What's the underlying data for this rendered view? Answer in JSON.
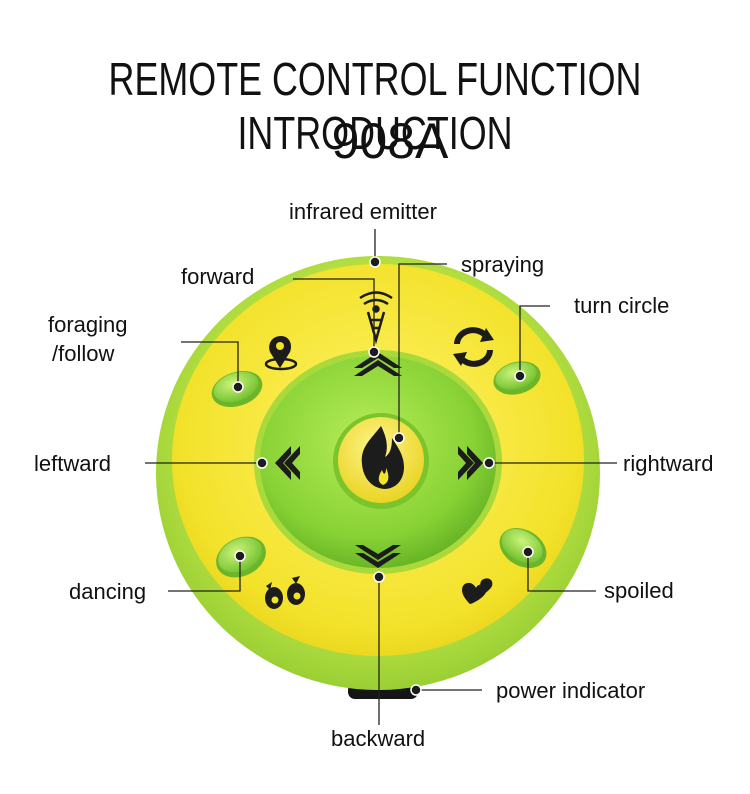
{
  "title": "REMOTE CONTROL FUNCTION INTRODUCTION",
  "model": "908A",
  "labels": {
    "infrared_emitter": "infrared emitter",
    "forward": "forward",
    "spraying": "spraying",
    "turn_circle": "turn circle",
    "foraging_line1": "foraging",
    "foraging_line2": "/follow",
    "leftward": "leftward",
    "rightward": "rightward",
    "dancing": "dancing",
    "spoiled": "spoiled",
    "power_indicator": "power indicator",
    "backward": "backward"
  },
  "colors": {
    "shell_green": "#a6dc3c",
    "shell_yellow": "#f2e225",
    "center_green": "#8ed83a",
    "icon_dark": "#1c1c1c",
    "leader_line": "#222222"
  }
}
